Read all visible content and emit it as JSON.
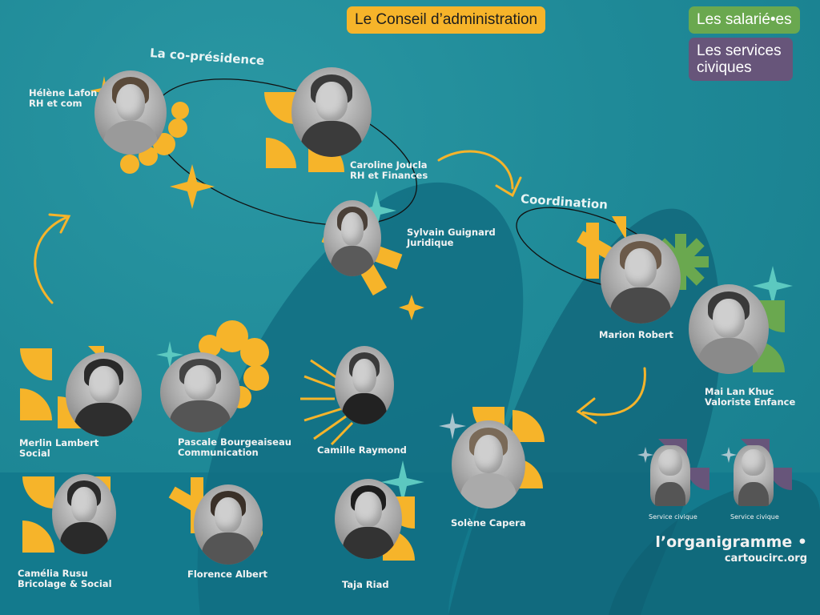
{
  "header": {
    "board_label": "Le Conseil d’administration",
    "staff_label": "Les salarié•es",
    "civic_label": "Les services civiques"
  },
  "groups": {
    "copresidence": "La co-présidence",
    "coordination": "Coordination"
  },
  "people": {
    "helene": {
      "name": "Hélène Lafon",
      "role": "RH et com"
    },
    "caroline": {
      "name": "Caroline Joucla",
      "role": "RH et Finances"
    },
    "sylvain": {
      "name": "Sylvain Guignard",
      "role": "Juridique"
    },
    "marion": {
      "name": "Marion Robert",
      "role": ""
    },
    "mai": {
      "name": "Mai Lan Khuc",
      "role": "Valoriste Enfance"
    },
    "merlin": {
      "name": "Merlin Lambert",
      "role": "Social"
    },
    "pascale": {
      "name": "Pascale Bourgeaiseau",
      "role": "Communication"
    },
    "camille": {
      "name": "Camille Raymond",
      "role": ""
    },
    "solene": {
      "name": "Solène Capera",
      "role": ""
    },
    "camelia": {
      "name": "Camélia Rusu",
      "role": "Bricolage & Social"
    },
    "florence": {
      "name": "Florence Albert",
      "role": ""
    },
    "taja": {
      "name": "Taja Riad",
      "role": ""
    }
  },
  "civic": {
    "slot1": "Service civique",
    "slot2": "Service civique"
  },
  "branding": {
    "title": "l’organigramme •",
    "url": "cartoucirc.org"
  },
  "colors": {
    "background": "#1f8a98",
    "accent_yellow": "#f6b42a",
    "staff_green": "#6aa84f",
    "civic_purple": "#67557a"
  }
}
